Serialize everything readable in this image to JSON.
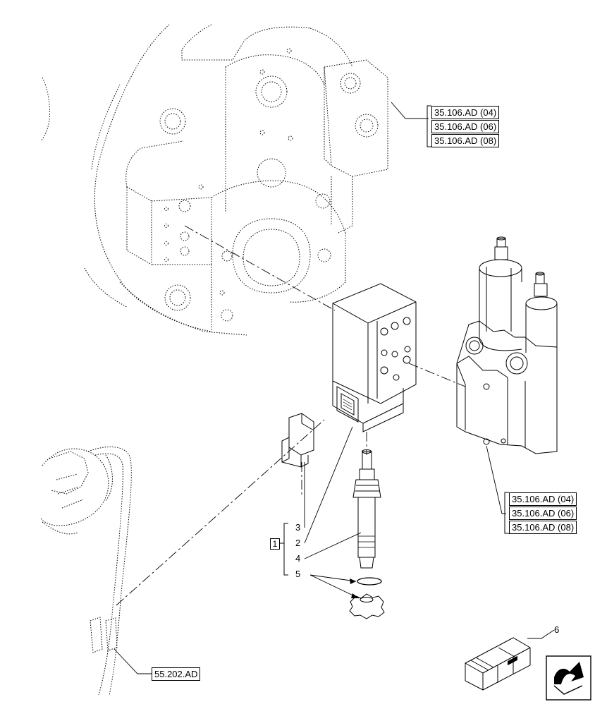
{
  "references": {
    "top": [
      "35.106.AD (04)",
      "35.106.AD (06)",
      "35.106.AD (08)"
    ],
    "right": [
      "35.106.AD (04)",
      "35.106.AD (06)",
      "35.106.AD (08)"
    ],
    "bottom": "55.202.AD"
  },
  "callouts": {
    "group": "1",
    "items": [
      "3",
      "2",
      "4",
      "5"
    ],
    "kit": "6"
  },
  "icons": {
    "kit_box": "crate-icon",
    "nav": "next-page-arrow-icon"
  }
}
